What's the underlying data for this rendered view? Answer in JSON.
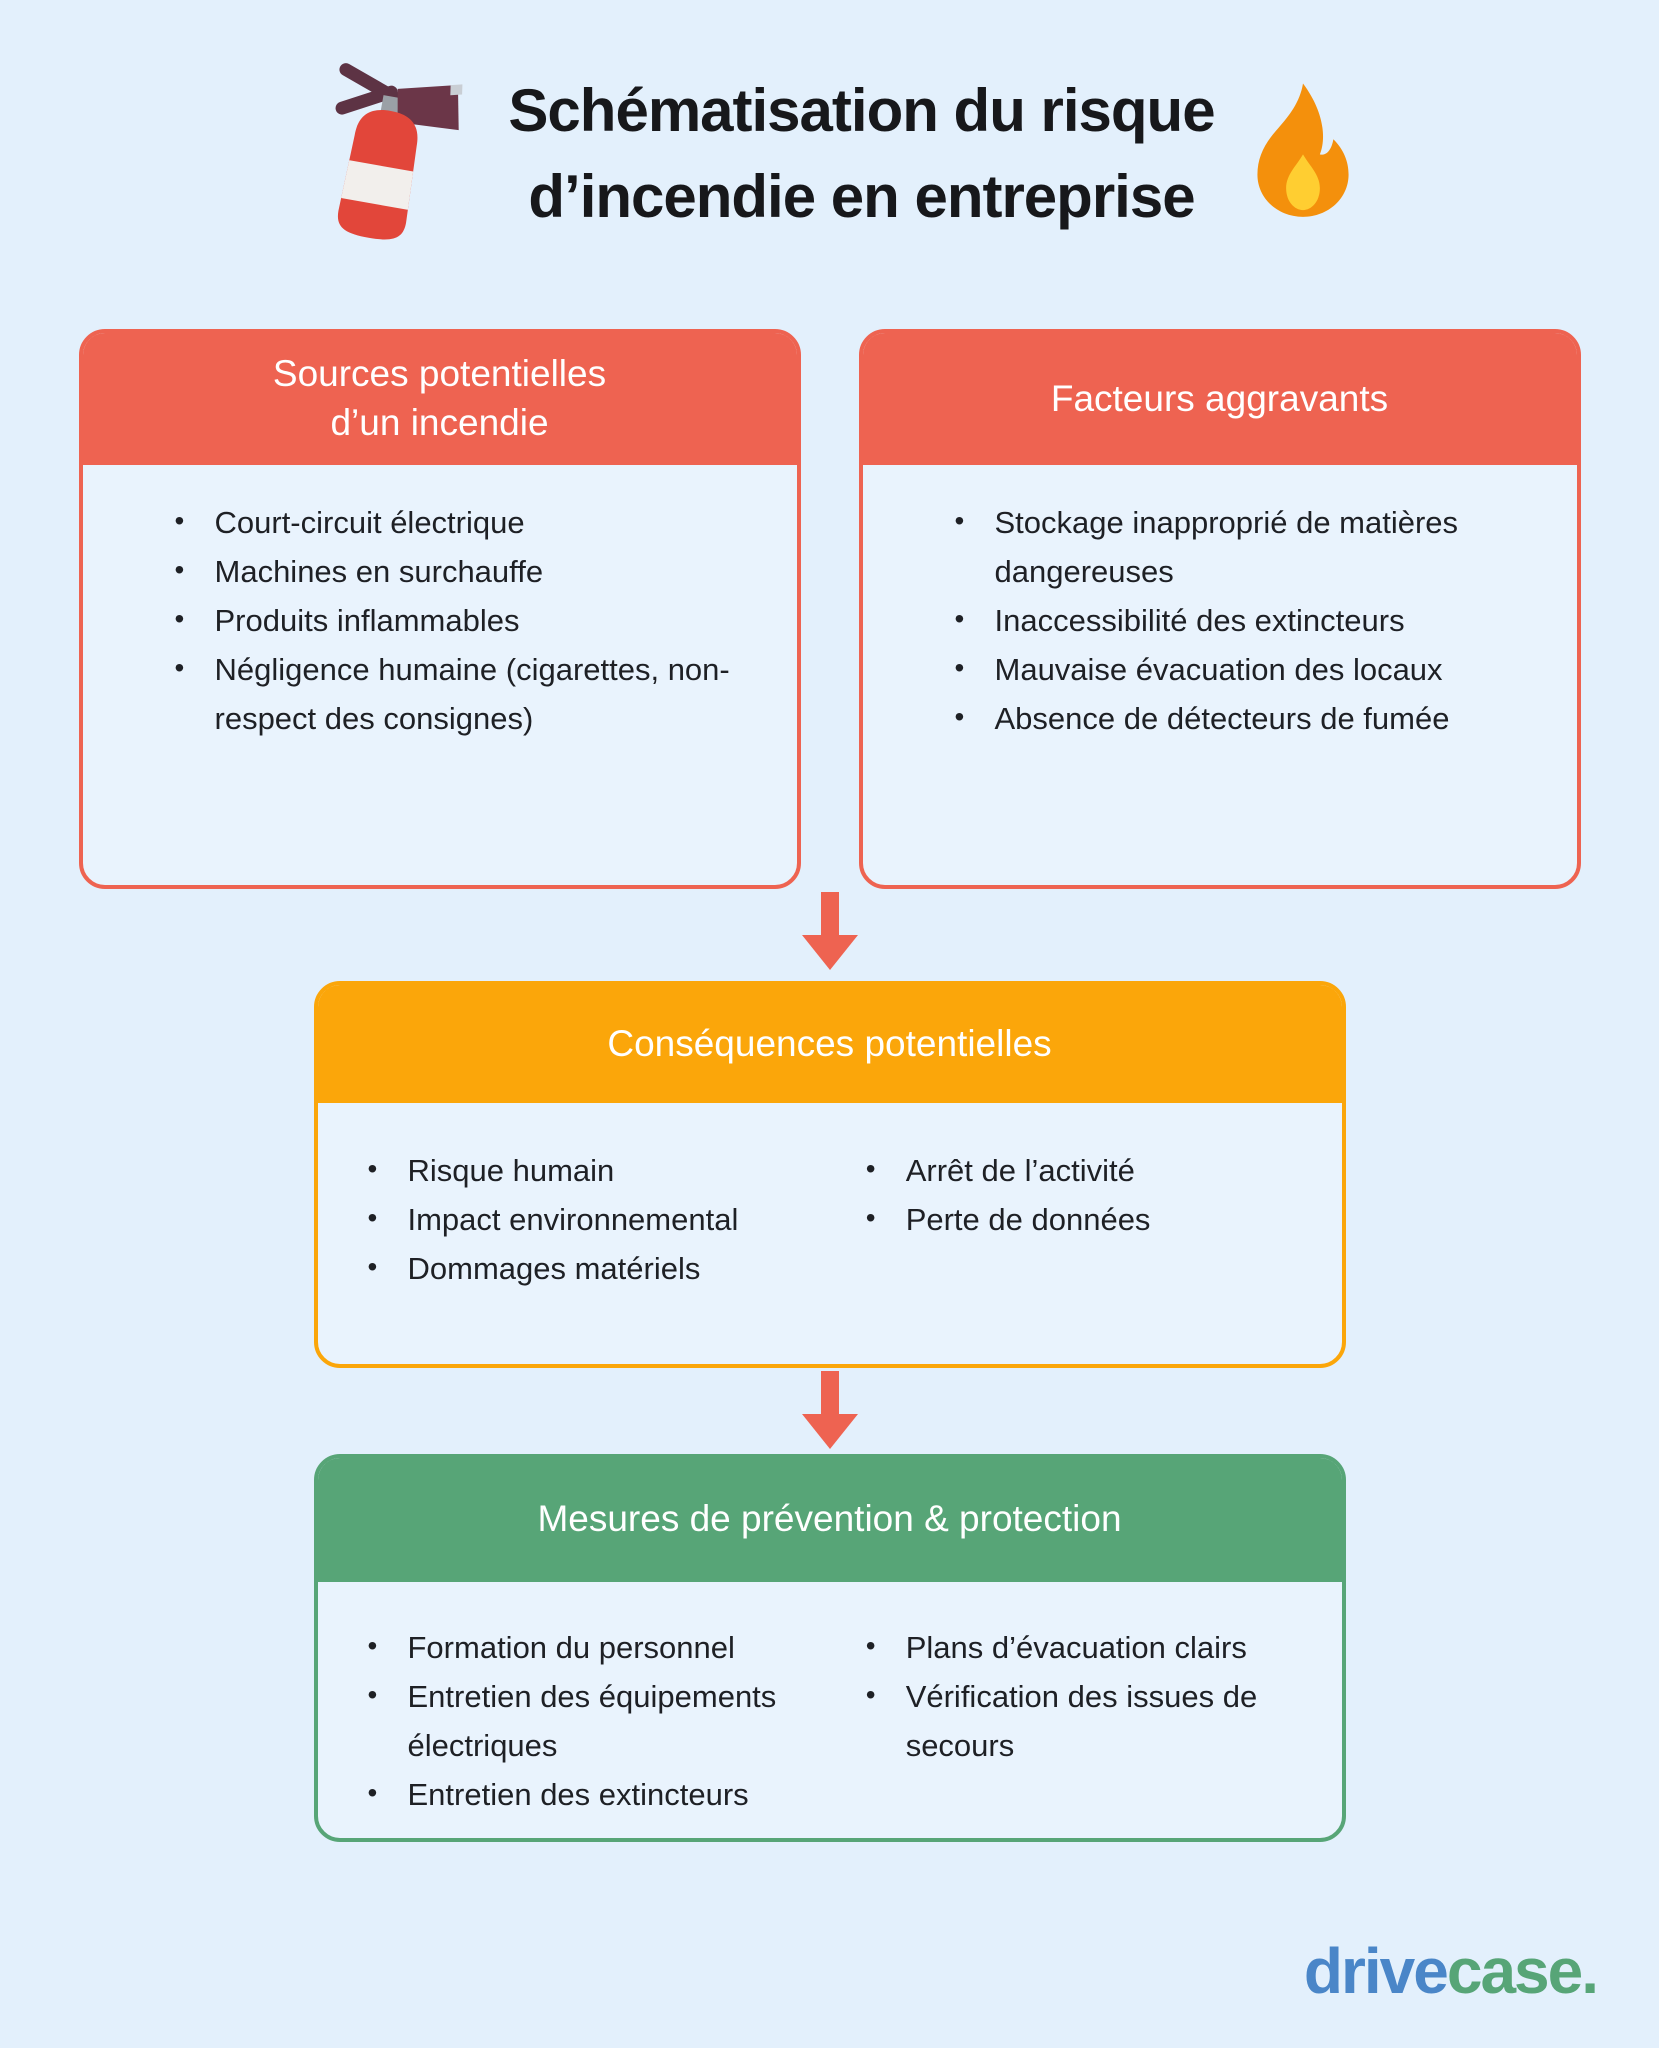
{
  "title": {
    "line1": "Schématisation du risque",
    "line2": "d’incendie en entreprise"
  },
  "colors": {
    "background": "#e3f0fc",
    "red": "#ee6351",
    "orange": "#fba60a",
    "green": "#57a577",
    "logo_blue": "#4a86c8",
    "logo_green": "#57a577"
  },
  "boxes": {
    "sources": {
      "header_line1": "Sources potentielles",
      "header_line2": "d’un incendie",
      "items": [
        "Court-circuit électrique",
        "Machines en surchauffe",
        "Produits inflammables",
        "Négligence humaine (cigarettes, non-respect des consignes)"
      ]
    },
    "aggravants": {
      "header": "Facteurs aggravants",
      "items": [
        "Stockage inapproprié de matières dangereuses",
        "Inaccessibilité des extincteurs",
        "Mauvaise évacuation des locaux",
        "Absence de détecteurs de fumée"
      ]
    },
    "consequences": {
      "header": "Conséquences potentielles",
      "items_left": [
        "Risque humain",
        "Impact environnemental",
        "Dommages matériels"
      ],
      "items_right": [
        "Arrêt de l’activité",
        "Perte de données"
      ]
    },
    "mesures": {
      "header": "Mesures de prévention & protection",
      "items_left": [
        "Formation du personnel",
        "Entretien des équipements électriques",
        "Entretien des extincteurs"
      ],
      "items_right": [
        "Plans d’évacuation clairs",
        "Vérification des issues de secours"
      ]
    }
  },
  "footer": {
    "logo_part1": "drive",
    "logo_part2": "case."
  }
}
